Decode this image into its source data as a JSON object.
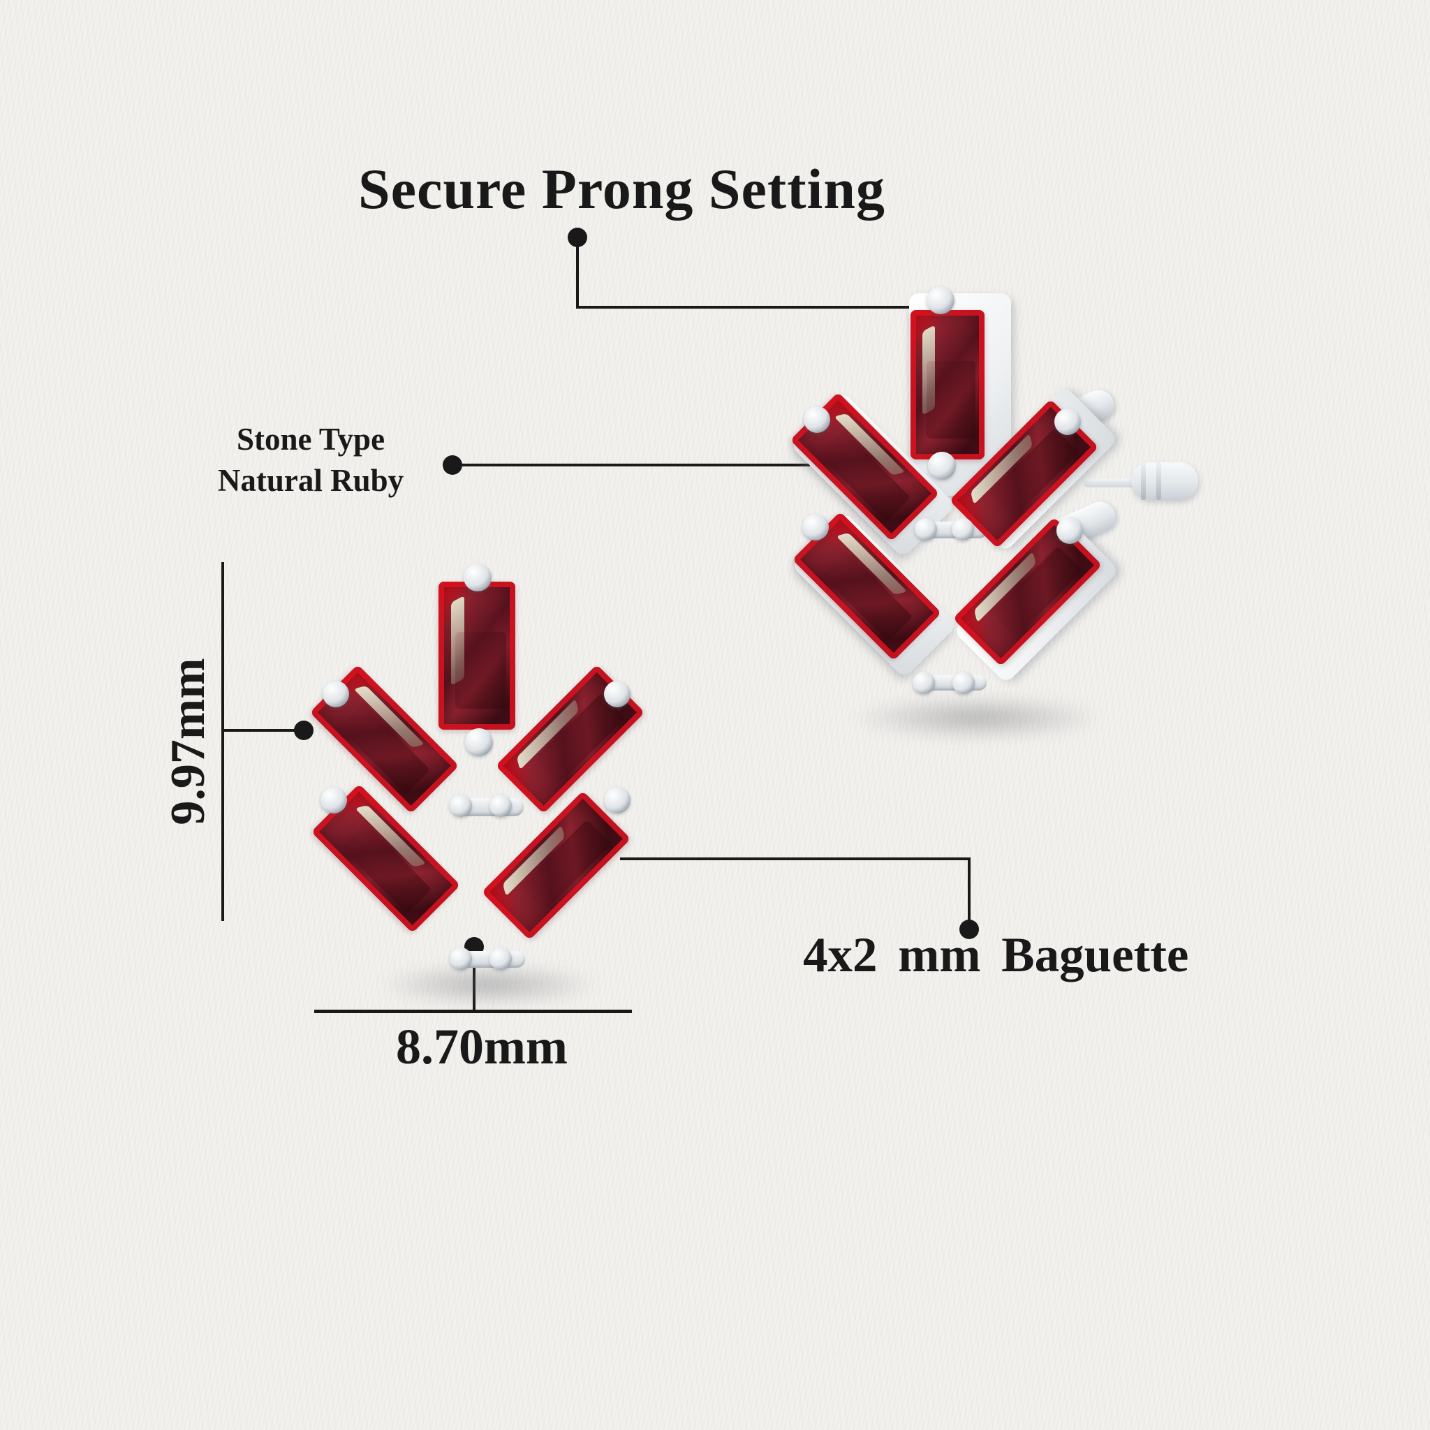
{
  "page": {
    "background_color": "#f2f1ee",
    "ink_color": "#191919"
  },
  "annotations": {
    "title": "Secure Prong Setting",
    "stone_type_line1": "Stone Type",
    "stone_type_line2": "Natural Ruby",
    "height_dimension": "9.97mm",
    "width_dimension": "8.70mm",
    "stone_size_label": "4x2 mm Baguette"
  },
  "product": {
    "subject": "ruby-baguette-stud-earrings",
    "stone_count_per_earring": 5,
    "colors": {
      "ruby_bright": "#d9121f",
      "ruby_mid": "#8e2330",
      "ruby_dark": "#5c1420",
      "ruby_deep": "#3f0d15",
      "facet_highlight": "#d8dcc8",
      "silver_light": "#ffffff",
      "silver": "#dfe3e7",
      "silver_dark": "#9aa3ac"
    }
  }
}
